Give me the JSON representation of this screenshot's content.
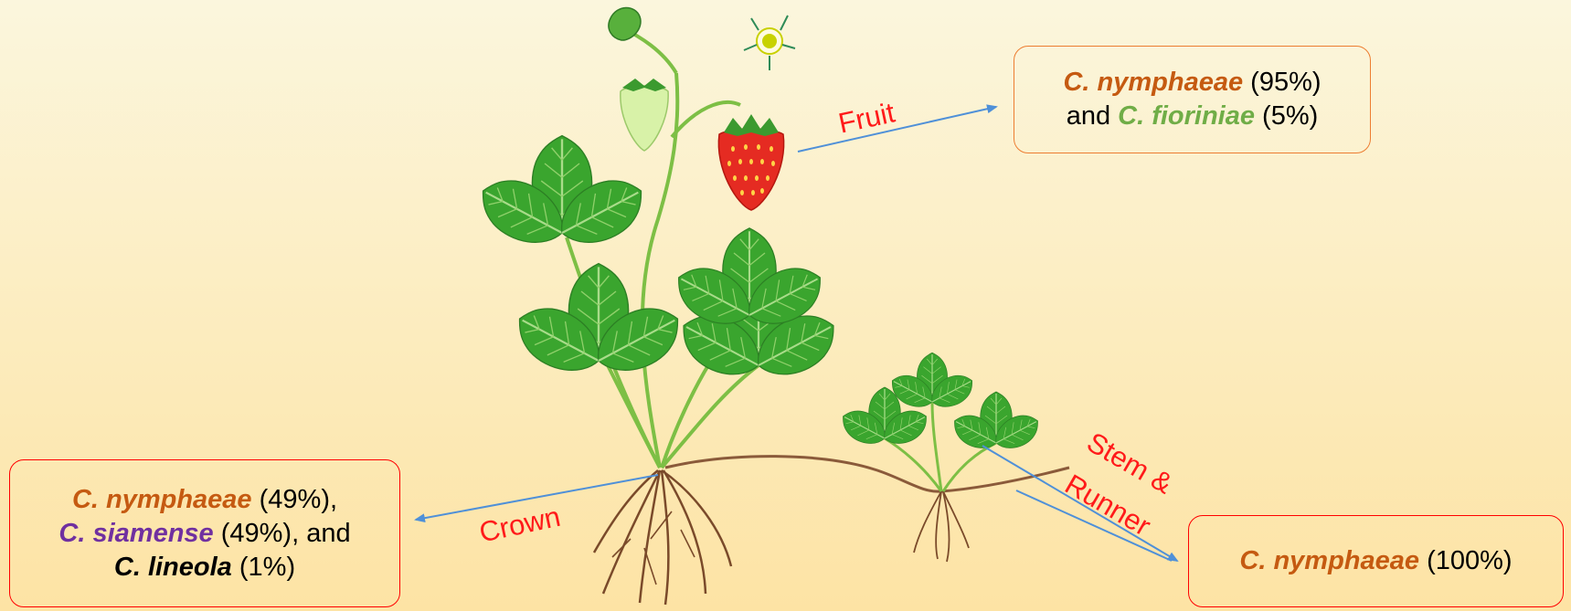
{
  "colors": {
    "nymphaeae": "#c55a11",
    "fioriniae": "#70ad47",
    "siamense": "#7030a0",
    "lineola": "#000000",
    "organ_label": "#ff1a1a",
    "arrow": "#4f90d8",
    "box_fruit_border": "#ed7d31",
    "box_other_border": "#ff0000"
  },
  "labels": {
    "fruit": "Fruit",
    "crown": "Crown",
    "stem": "Stem &",
    "runner": "Runner"
  },
  "boxes": {
    "fruit": {
      "sp1": "C. nymphaeae",
      "pct1": " (95%)",
      "and": "and ",
      "sp2": "C. fioriniae",
      "pct2": " (5%)"
    },
    "crown": {
      "sp1": "C. nymphaeae",
      "pct1": " (49%),",
      "sp2": "C. siamense",
      "pct2": " (49%), and",
      "sp3": "C. lineola",
      "pct3": " (1%)"
    },
    "stem_runner": {
      "sp1": "C. nymphaeae",
      "pct1": " (100%)"
    }
  },
  "icons": [
    "strawberry-plant-illustration",
    "strawberry-fruit-icon",
    "flower-icon",
    "runner-plantlet-illustration"
  ]
}
